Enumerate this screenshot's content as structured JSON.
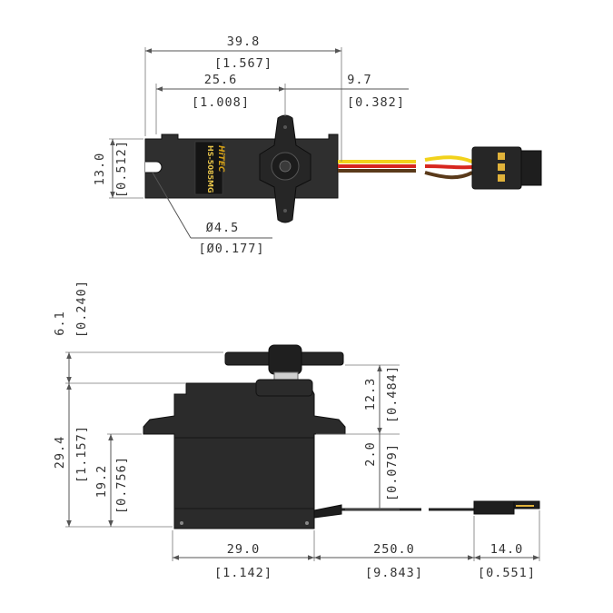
{
  "product": {
    "brand_label": "HiTEC",
    "model_label": "HS-5085MG"
  },
  "top_view": {
    "overall_length": "39.8",
    "overall_length_in": "[1.567]",
    "body_length": "25.6",
    "body_length_in": "[1.008]",
    "shaft_offset": "9.7",
    "shaft_offset_in": "[0.382]",
    "body_width": "13.0",
    "body_width_in": "[0.512]",
    "mount_hole": "Ø4.5",
    "mount_hole_in": "[Ø0.177]"
  },
  "side_view": {
    "horn_height": "6.1",
    "horn_height_in": "[0.240]",
    "body_height": "29.4",
    "body_height_in": "[1.157]",
    "flange_height": "19.2",
    "flange_height_in": "[0.756]",
    "horn_to_body": "12.3",
    "horn_to_body_in": "[0.484]",
    "cable_height": "2.0",
    "cable_height_in": "[0.079]",
    "body_depth": "29.0",
    "body_depth_in": "[1.142]",
    "cable_length": "250.0",
    "cable_length_in": "[9.843]",
    "connector_length": "14.0",
    "connector_length_in": "[0.551]"
  },
  "colors": {
    "body": "#2b2b2b",
    "body_edge": "#111111",
    "wire_yellow": "#f2d21b",
    "wire_red": "#d7261e",
    "wire_brown": "#5a3a1a",
    "dim_line": "#555555"
  }
}
